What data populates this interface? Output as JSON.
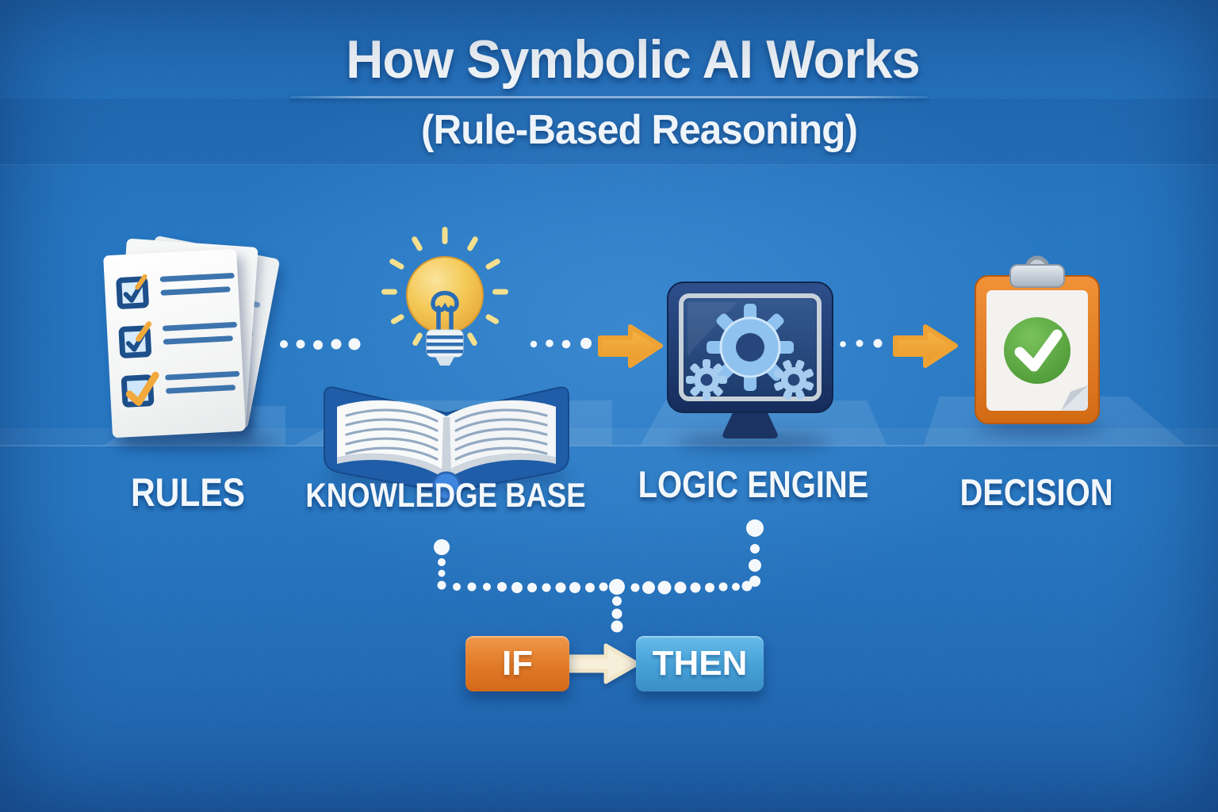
{
  "header": {
    "title": "How Symbolic AI Works",
    "subtitle": "(Rule-Based Reasoning)"
  },
  "pipeline": {
    "stages": [
      {
        "id": "rules",
        "label": "RULES",
        "icon": "checklist-documents-icon"
      },
      {
        "id": "knowledge-base",
        "label": "KNOWLEDGE BASE",
        "icon": "open-book-lightbulb-icon"
      },
      {
        "id": "logic-engine",
        "label": "LOGIC ENGINE",
        "icon": "monitor-gears-icon"
      },
      {
        "id": "decision",
        "label": "DECISION",
        "icon": "clipboard-checkmark-icon"
      }
    ],
    "connectors": [
      {
        "from": "RULES",
        "to": "KNOWLEDGE BASE",
        "style": "white-dots"
      },
      {
        "from": "KNOWLEDGE BASE",
        "to": "LOGIC ENGINE",
        "style": "white-dots + golden-arrow"
      },
      {
        "from": "LOGIC ENGINE",
        "to": "DECISION",
        "style": "white-dots + golden-arrow"
      },
      {
        "from": "KNOWLEDGE BASE",
        "to": "IF-THEN",
        "style": "dotted-bracket"
      },
      {
        "from": "LOGIC ENGINE",
        "to": "IF-THEN",
        "style": "dotted-bracket"
      }
    ]
  },
  "rule_block": {
    "if_label": "IF",
    "then_label": "THEN"
  },
  "colors": {
    "background_blue": "#2173c0",
    "golden_arrow": "#f0a635",
    "if_box_orange": "#e07a27",
    "then_box_blue": "#45a0d6",
    "decision_green": "#55a33c",
    "bulb_yellow": "#f2c44e",
    "navy_screen": "#1d3a6c",
    "text_white": "#ffffff"
  }
}
